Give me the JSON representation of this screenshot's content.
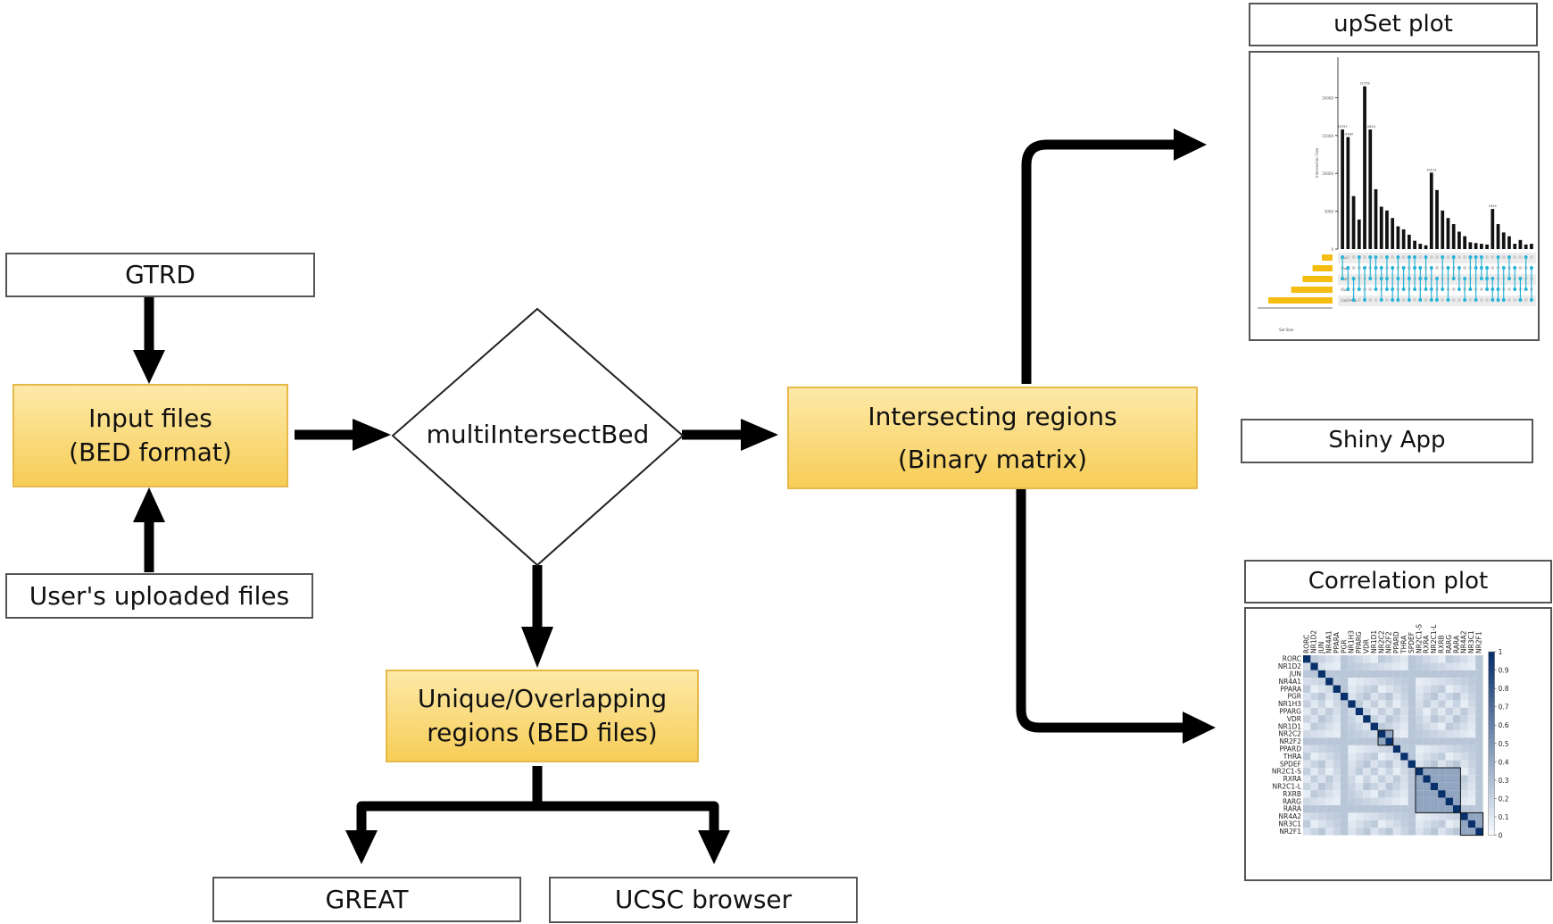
{
  "nodes": {
    "gtrd": "GTRD",
    "input_line1": "Input files",
    "input_line2": "(BED format)",
    "user_files": "User's uploaded files",
    "multi": "multiIntersectBed",
    "intersect_line1": "Intersecting regions",
    "intersect_line2": "(Binary matrix)",
    "unique_line1": "Unique/Overlapping",
    "unique_line2": "regions (BED files)",
    "great": "GREAT",
    "ucsc": "UCSC browser",
    "upset_title": "upSet plot",
    "shiny": "Shiny App",
    "corr_title": "Correlation plot"
  },
  "colors": {
    "yellow_top": "#fde9a8",
    "yellow_bottom": "#f7cd57",
    "arrow": "#000000",
    "upset_bar": "#111111",
    "upset_set_bar": "#f5bd12",
    "upset_dot": "#27b3d6",
    "heat_dark": "#08306b",
    "heat_light": "#f4f9fd"
  },
  "upset": {
    "ylabel": "Intersection Size",
    "xlabel": "Set Size",
    "yticks": [
      "0",
      "5000",
      "10000",
      "15000",
      "20000"
    ],
    "bar_values": [
      15800,
      14800,
      7000,
      3900,
      21500,
      15800,
      7900,
      5600,
      5100,
      4100,
      3000,
      2600,
      1900,
      1100,
      700,
      500,
      10100,
      7800,
      5100,
      4100,
      3300,
      2300,
      1700,
      900,
      800,
      700,
      600,
      5300,
      3300,
      2200,
      1700,
      700,
      1200,
      600,
      700
    ],
    "bar_labels": [
      "15797",
      "14784",
      "",
      "",
      "21578",
      "15820",
      "",
      "",
      "",
      "",
      "",
      "",
      "",
      "",
      "",
      "",
      "10114",
      "",
      "",
      "",
      "",
      "",
      "",
      "",
      "",
      "",
      "",
      "5345",
      "",
      "",
      "",
      "",
      "",
      "",
      ""
    ],
    "sets": [
      "NCoR",
      "VBa",
      "PGRa",
      "FLAG",
      "acNCPHist"
    ],
    "set_sizes": [
      0.15,
      0.28,
      0.42,
      0.58,
      0.9
    ]
  },
  "corr": {
    "labels": [
      "RORC",
      "NR1D2",
      "JUN",
      "NR4A1",
      "PPARA",
      "PGR",
      "NR1H3",
      "PPARG",
      "VDR",
      "NR1D1",
      "NR2C2",
      "NR2F2",
      "PPARD",
      "THRA",
      "SPDEF",
      "NR2C1-S",
      "RXRA",
      "NR2C1-L",
      "RXRB",
      "RARG",
      "RARA",
      "NR4A2",
      "NR3C1",
      "NR2F1"
    ],
    "top_labels": [
      "RORC",
      "NR1D2",
      "JUN",
      "NR4A1",
      "PPARA",
      "PGR",
      "NR1H3",
      "PPARG",
      "VDR",
      "NR1D1",
      "NR2C2",
      "NR2F2",
      "PPARD",
      "THRA",
      "SPDEF",
      "NR2C1-S",
      "RXRA",
      "NR2C1-L",
      "RXRB",
      "RARG",
      "RARA",
      "NR4A2",
      "NR3C1",
      "NR2F1"
    ],
    "scale": [
      "1",
      "0.9",
      "0.8",
      "0.7",
      "0.6",
      "0.5",
      "0.4",
      "0.3",
      "0.2",
      "0.1",
      "0"
    ]
  }
}
